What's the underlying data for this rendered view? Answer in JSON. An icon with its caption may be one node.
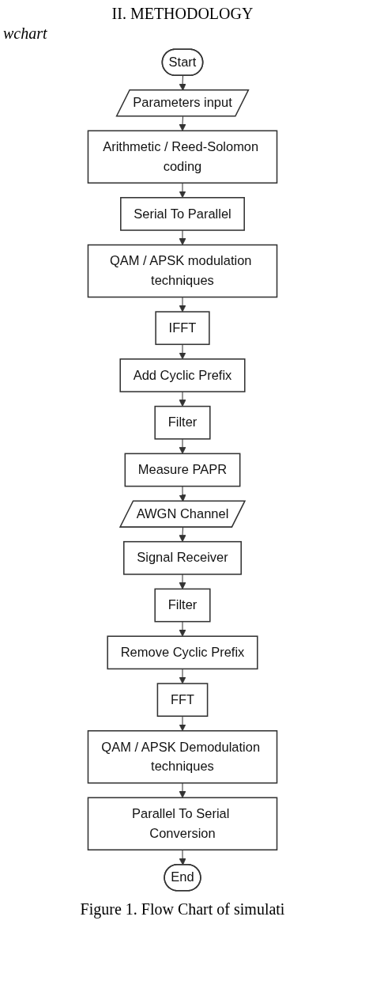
{
  "diagram": {
    "title": "II. METHODOLOGY",
    "caption": "Figure 1. Flow Chart of simulati",
    "nodes": [
      {
        "text": [
          "Start"
        ]
      },
      {
        "text": [
          "Parameters input"
        ]
      },
      {
        "text": [
          "Arithmetic / Reed-Solomon coding"
        ]
      },
      {
        "text": [
          "Serial To Parallel"
        ]
      },
      {
        "text": [
          "QAM / APSK modulation techniques"
        ]
      },
      {
        "text": [
          "IFFT"
        ]
      },
      {
        "text": [
          "Add Cyclic Prefix"
        ]
      },
      {
        "text": [
          "Filter"
        ]
      },
      {
        "text": [
          "Measure PAPR"
        ]
      },
      {
        "text": [
          "AWGN Channel"
        ]
      },
      {
        "text": [
          "Signal Receiver"
        ]
      },
      {
        "text": [
          "Filter"
        ]
      },
      {
        "text": [
          "Remove Cyclic Prefix"
        ]
      },
      {
        "text": [
          "FFT"
        ]
      },
      {
        "text": [
          "QAM / APSK Demodulation techniques"
        ]
      },
      {
        "text": [
          "Parallel To Serial Conversion"
        ]
      },
      {
        "text": [
          "End"
        ]
      }
    ],
    "edges": [
      {
        "from": 0,
        "to": 1,
        "arrow": "to"
      },
      {
        "from": 1,
        "to": 2,
        "arrow": "to"
      },
      {
        "from": 2,
        "to": 3,
        "arrow": "to"
      },
      {
        "from": 3,
        "to": 4,
        "arrow": "to"
      },
      {
        "from": 4,
        "to": 5,
        "arrow": "to"
      },
      {
        "from": 5,
        "to": 6,
        "arrow": "to"
      },
      {
        "from": 6,
        "to": 7,
        "arrow": "to"
      },
      {
        "from": 7,
        "to": 8,
        "arrow": "to"
      },
      {
        "from": 8,
        "to": 9,
        "arrow": "to"
      },
      {
        "from": 9,
        "to": 10,
        "arrow": "to"
      },
      {
        "from": 10,
        "to": 11,
        "arrow": "to"
      },
      {
        "from": 11,
        "to": 12,
        "arrow": "to"
      },
      {
        "from": 12,
        "to": 13,
        "arrow": "to"
      },
      {
        "from": 13,
        "to": 14,
        "arrow": "to"
      },
      {
        "from": 14,
        "to": 15,
        "arrow": "to"
      },
      {
        "from": 15,
        "to": 16,
        "arrow": "to"
      }
    ],
    "labels": [
      "wchart"
    ]
  }
}
